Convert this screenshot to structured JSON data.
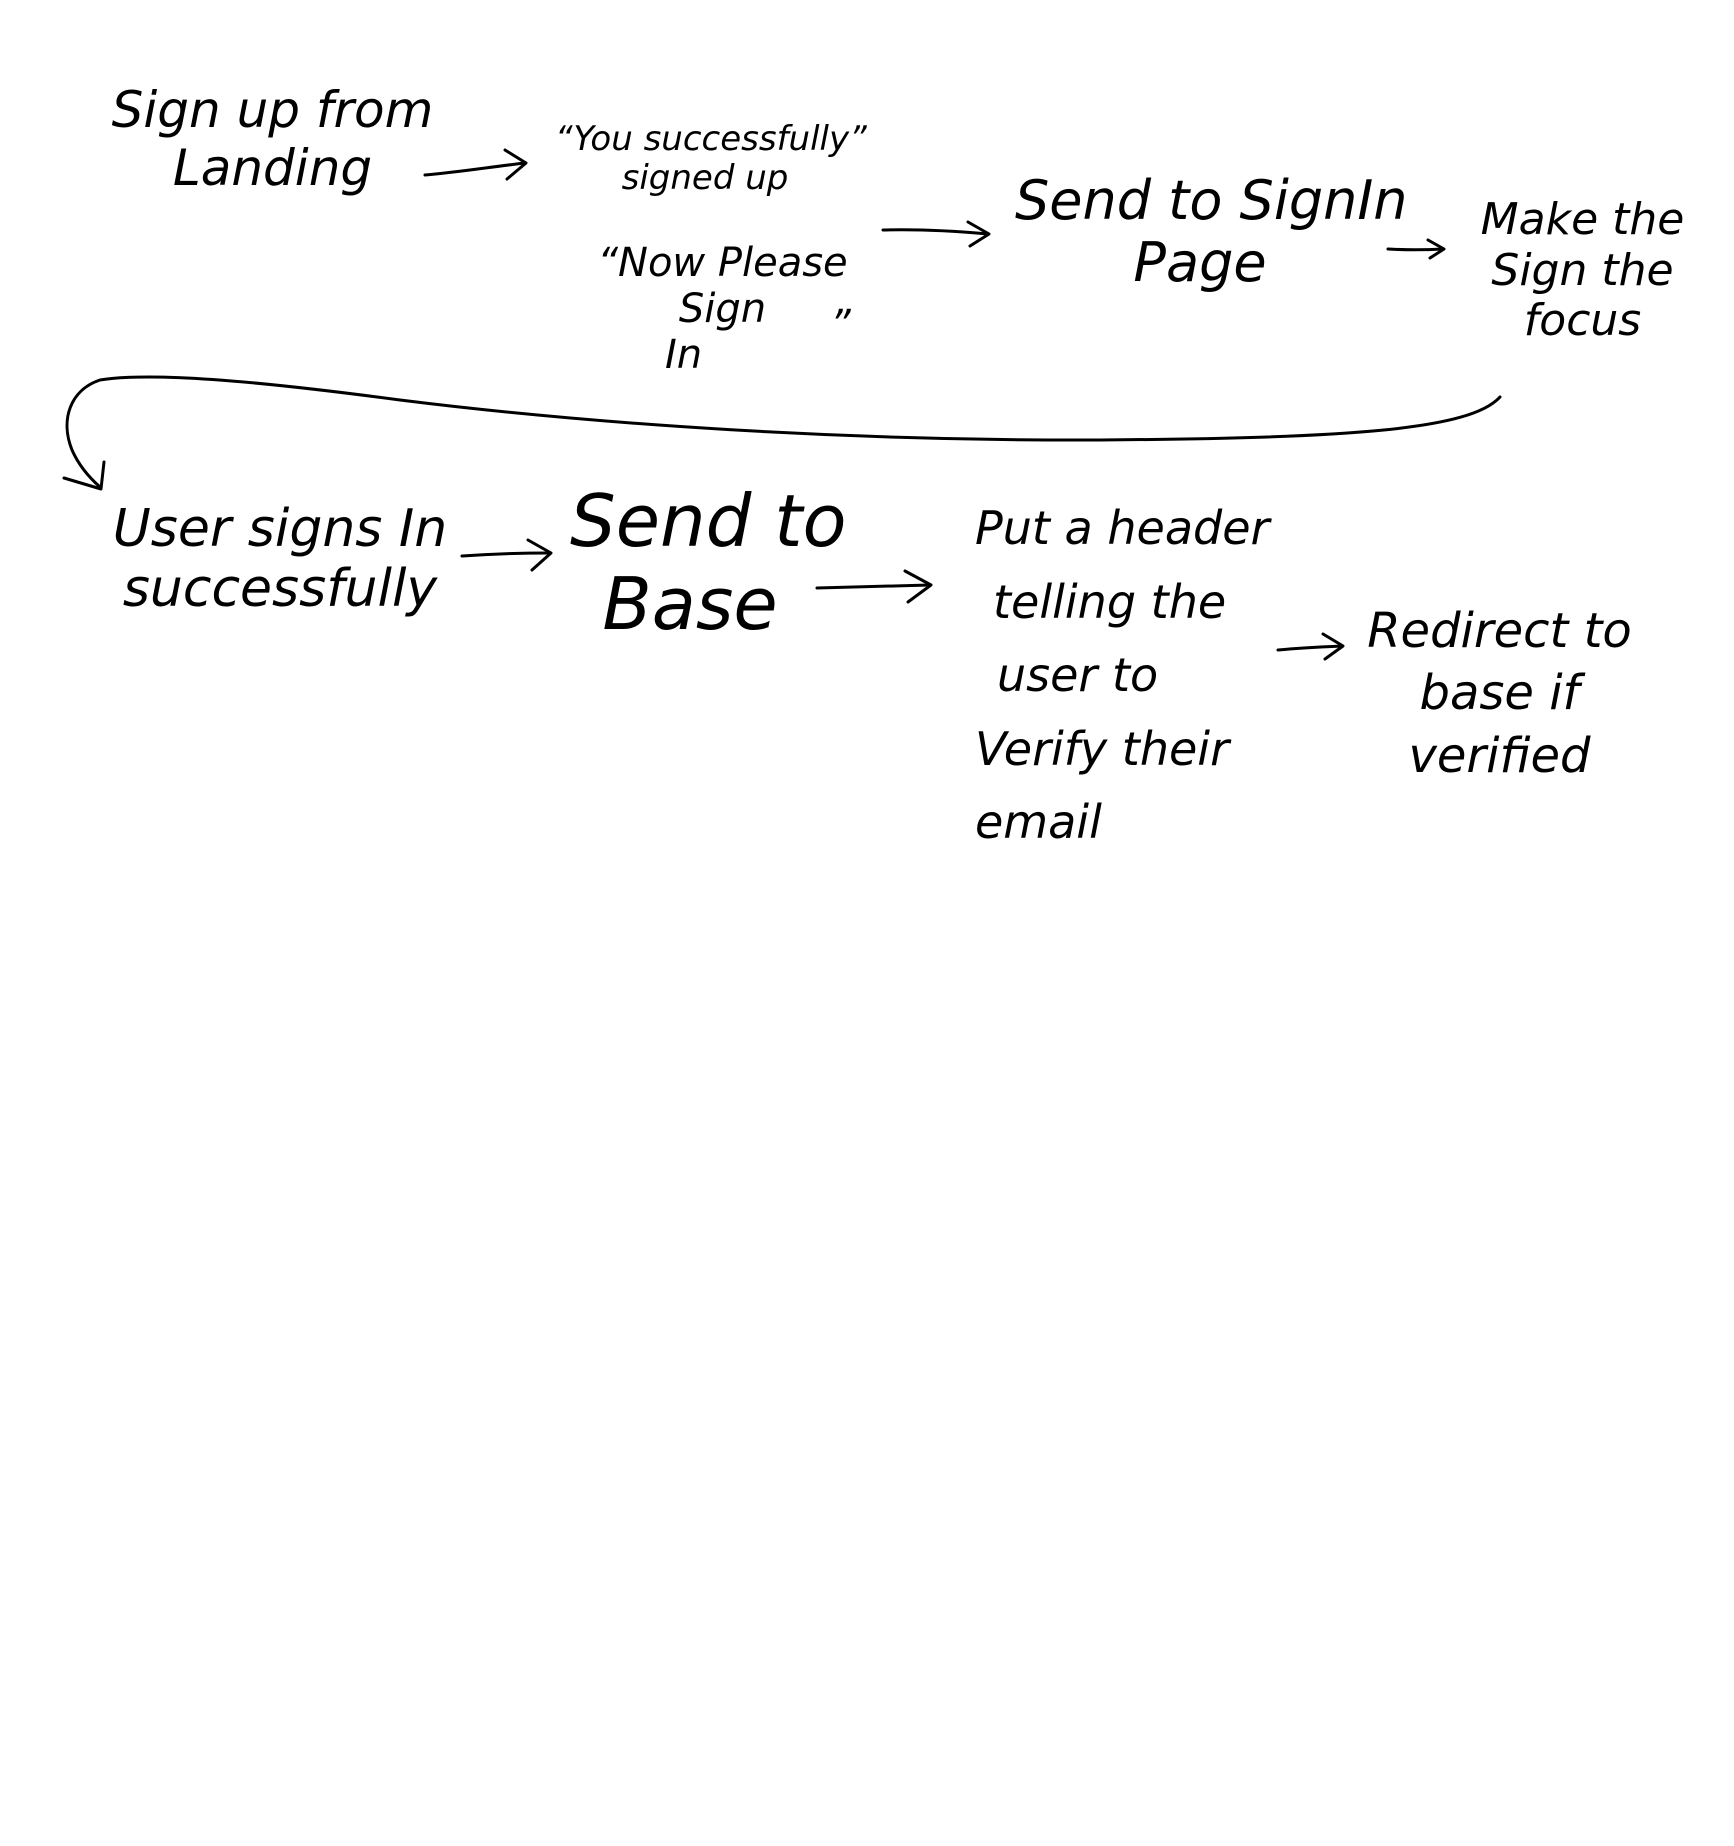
{
  "diagram": {
    "nodes": [
      {
        "id": "signup",
        "lines": [
          "Sign up from",
          "Landing"
        ]
      },
      {
        "id": "success_msg",
        "lines": [
          "“You successfully”",
          "signed up"
        ]
      },
      {
        "id": "please_sign_in",
        "lines": [
          "“Now Please",
          "Sign",
          "In",
          "”"
        ]
      },
      {
        "id": "send_signin",
        "lines": [
          "Send to SignIn",
          "Page"
        ]
      },
      {
        "id": "focus",
        "lines": [
          "Make the",
          "Sign the",
          "focus"
        ]
      },
      {
        "id": "user_signs_in",
        "lines": [
          "User signs In",
          "successfully"
        ]
      },
      {
        "id": "send_base",
        "lines": [
          "Send to",
          "Base"
        ]
      },
      {
        "id": "header",
        "lines": [
          "Put a header",
          "telling the",
          "user to",
          "Verify their",
          "email"
        ]
      },
      {
        "id": "redirect",
        "lines": [
          "Redirect to",
          "base if",
          "verified"
        ]
      }
    ],
    "edges": [
      [
        "signup",
        "success_msg"
      ],
      [
        "success_msg",
        "send_signin"
      ],
      [
        "send_signin",
        "focus"
      ],
      [
        "focus",
        "user_signs_in"
      ],
      [
        "user_signs_in",
        "send_base"
      ],
      [
        "send_base",
        "header"
      ],
      [
        "header",
        "redirect"
      ]
    ],
    "ink_color": "#000000",
    "background_color": "#ffffff"
  }
}
